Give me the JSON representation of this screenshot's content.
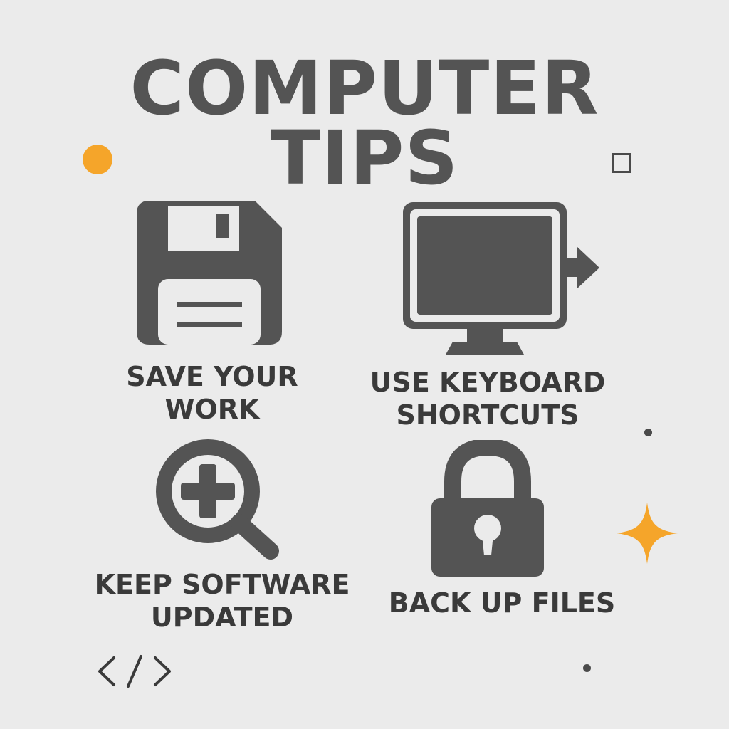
{
  "title": {
    "line1": "COMPUTER",
    "line2": "TIPS"
  },
  "tips": [
    {
      "icon": "floppy-disk-icon",
      "line1": "SAVE YOUR",
      "line2": "WORK"
    },
    {
      "icon": "monitor-arrow-icon",
      "line1": "USE KEYBOARD",
      "line2": "SHORTCUTS"
    },
    {
      "icon": "magnifier-plus-icon",
      "line1": "KEEP SOFTWARE",
      "line2": "UPDATED"
    },
    {
      "icon": "padlock-icon",
      "line1": "BACK UP FILES"
    }
  ],
  "colors": {
    "background": "#ebebeb",
    "icon": "#545454",
    "text": "#3a3a3a",
    "accent": "#f5a52a"
  },
  "decorations": [
    "orange-dot",
    "square-outline-icon",
    "sparkle-icon",
    "code-brackets-icon",
    "small-dot"
  ]
}
